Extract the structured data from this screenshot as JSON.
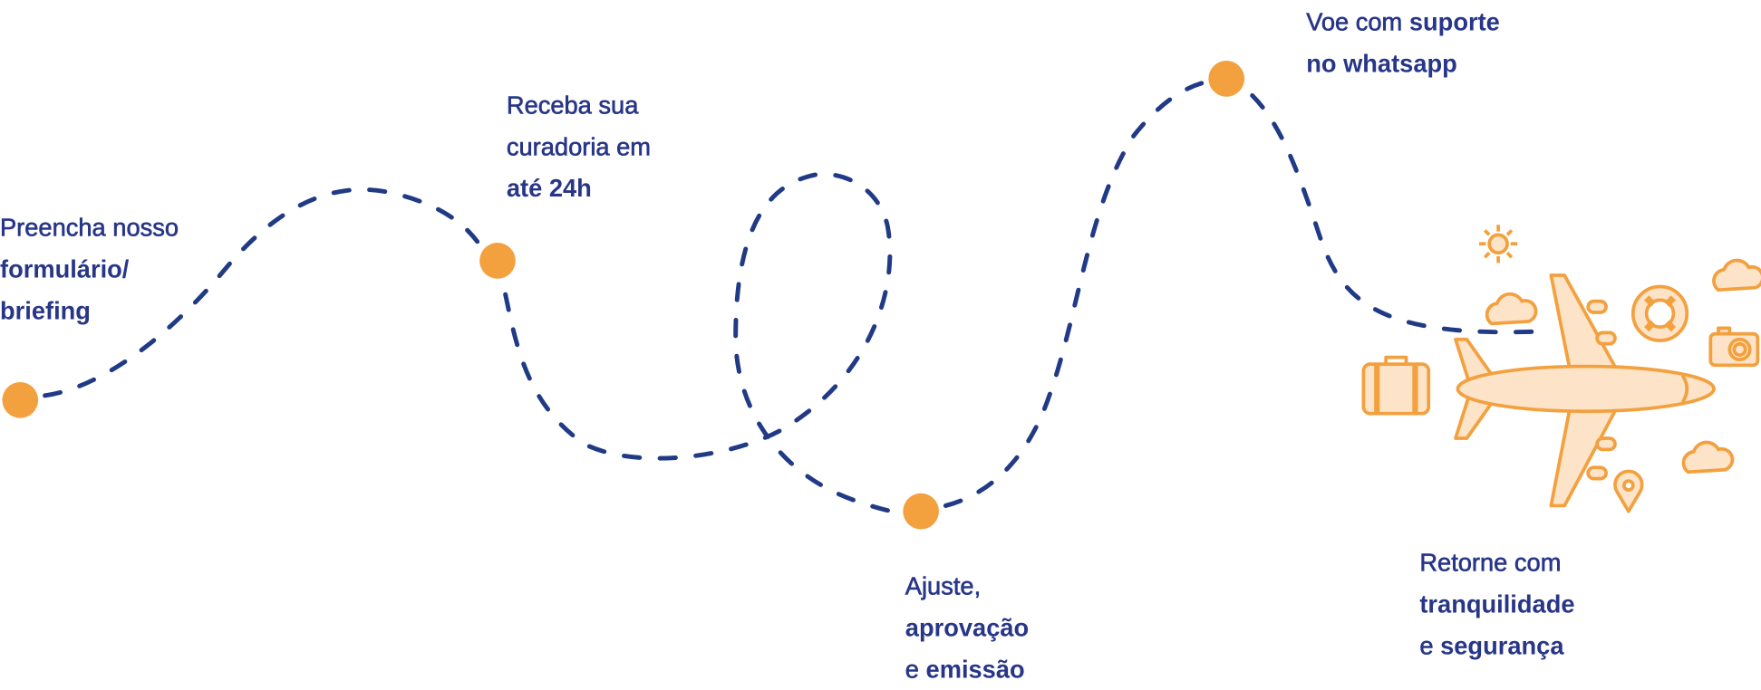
{
  "colors": {
    "path": "#213A86",
    "dot": "#F3A03F",
    "text": "#283688",
    "icon_stroke": "#F3A03F",
    "icon_fill": "#FDE3C7"
  },
  "steps": [
    {
      "lines": [
        {
          "regular": "Preencha nosso",
          "bold": ""
        },
        {
          "regular": "",
          "bold": "formulário/"
        },
        {
          "regular": "",
          "bold": "briefing"
        }
      ]
    },
    {
      "lines": [
        {
          "regular": "Receba sua",
          "bold": ""
        },
        {
          "regular": "curadoria em",
          "bold": ""
        },
        {
          "regular": "",
          "bold": "até 24h"
        }
      ]
    },
    {
      "lines": [
        {
          "regular": "Ajuste,",
          "bold": ""
        },
        {
          "regular": "",
          "bold": "aprovação"
        },
        {
          "regular": "e ",
          "bold": "emissão"
        }
      ]
    },
    {
      "lines": [
        {
          "regular": "Voe com ",
          "bold": "suporte"
        },
        {
          "regular": "",
          "bold": "no whatsapp"
        }
      ]
    },
    {
      "lines": [
        {
          "regular": "Retorne com",
          "bold": ""
        },
        {
          "regular": "",
          "bold": "tranquilidade"
        },
        {
          "regular": "e ",
          "bold": "segurança"
        }
      ]
    }
  ],
  "icons": [
    "airplane-icon",
    "sun-icon",
    "cloud-icon",
    "lifebuoy-icon",
    "camera-icon",
    "suitcase-icon",
    "map-pin-icon"
  ]
}
